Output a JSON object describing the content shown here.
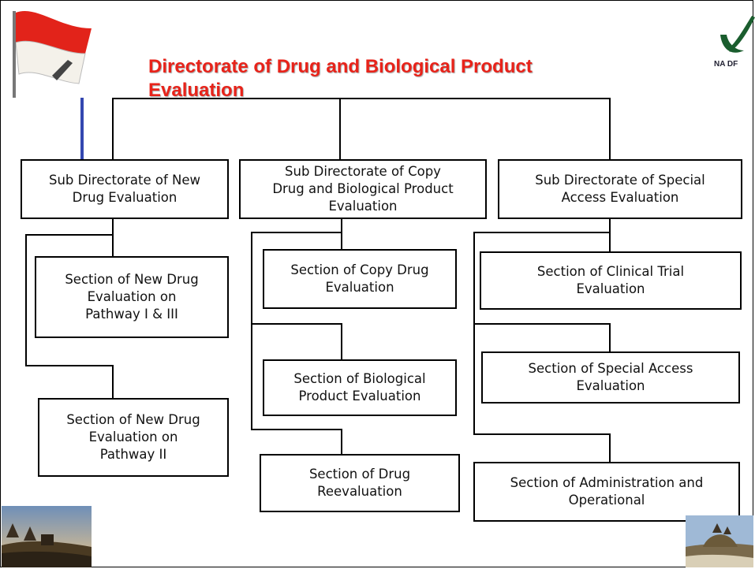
{
  "diagram": {
    "title": "Directorate of Drug and Biological Product\nEvaluation",
    "logo_text": "NA DF",
    "nodes": {
      "sub_new": "Sub Directorate of New\nDrug Evaluation",
      "sub_copy": "Sub Directorate of Copy\nDrug and Biological Product\nEvaluation",
      "sub_special": "Sub Directorate of Special\nAccess Evaluation",
      "sec_new_1_3": "Section of New Drug\nEvaluation on\nPathway I & III",
      "sec_new_2": "Section of New Drug\nEvaluation on\nPathway II",
      "sec_copy": "Section of Copy Drug\nEvaluation",
      "sec_bio": "Section of Biological\nProduct Evaluation",
      "sec_reeval": "Section of Drug\nReevaluation",
      "sec_clinical": "Section of Clinical Trial\nEvaluation",
      "sec_special": "Section of Special Access\nEvaluation",
      "sec_admin": "Section of Administration and\nOperational"
    }
  }
}
